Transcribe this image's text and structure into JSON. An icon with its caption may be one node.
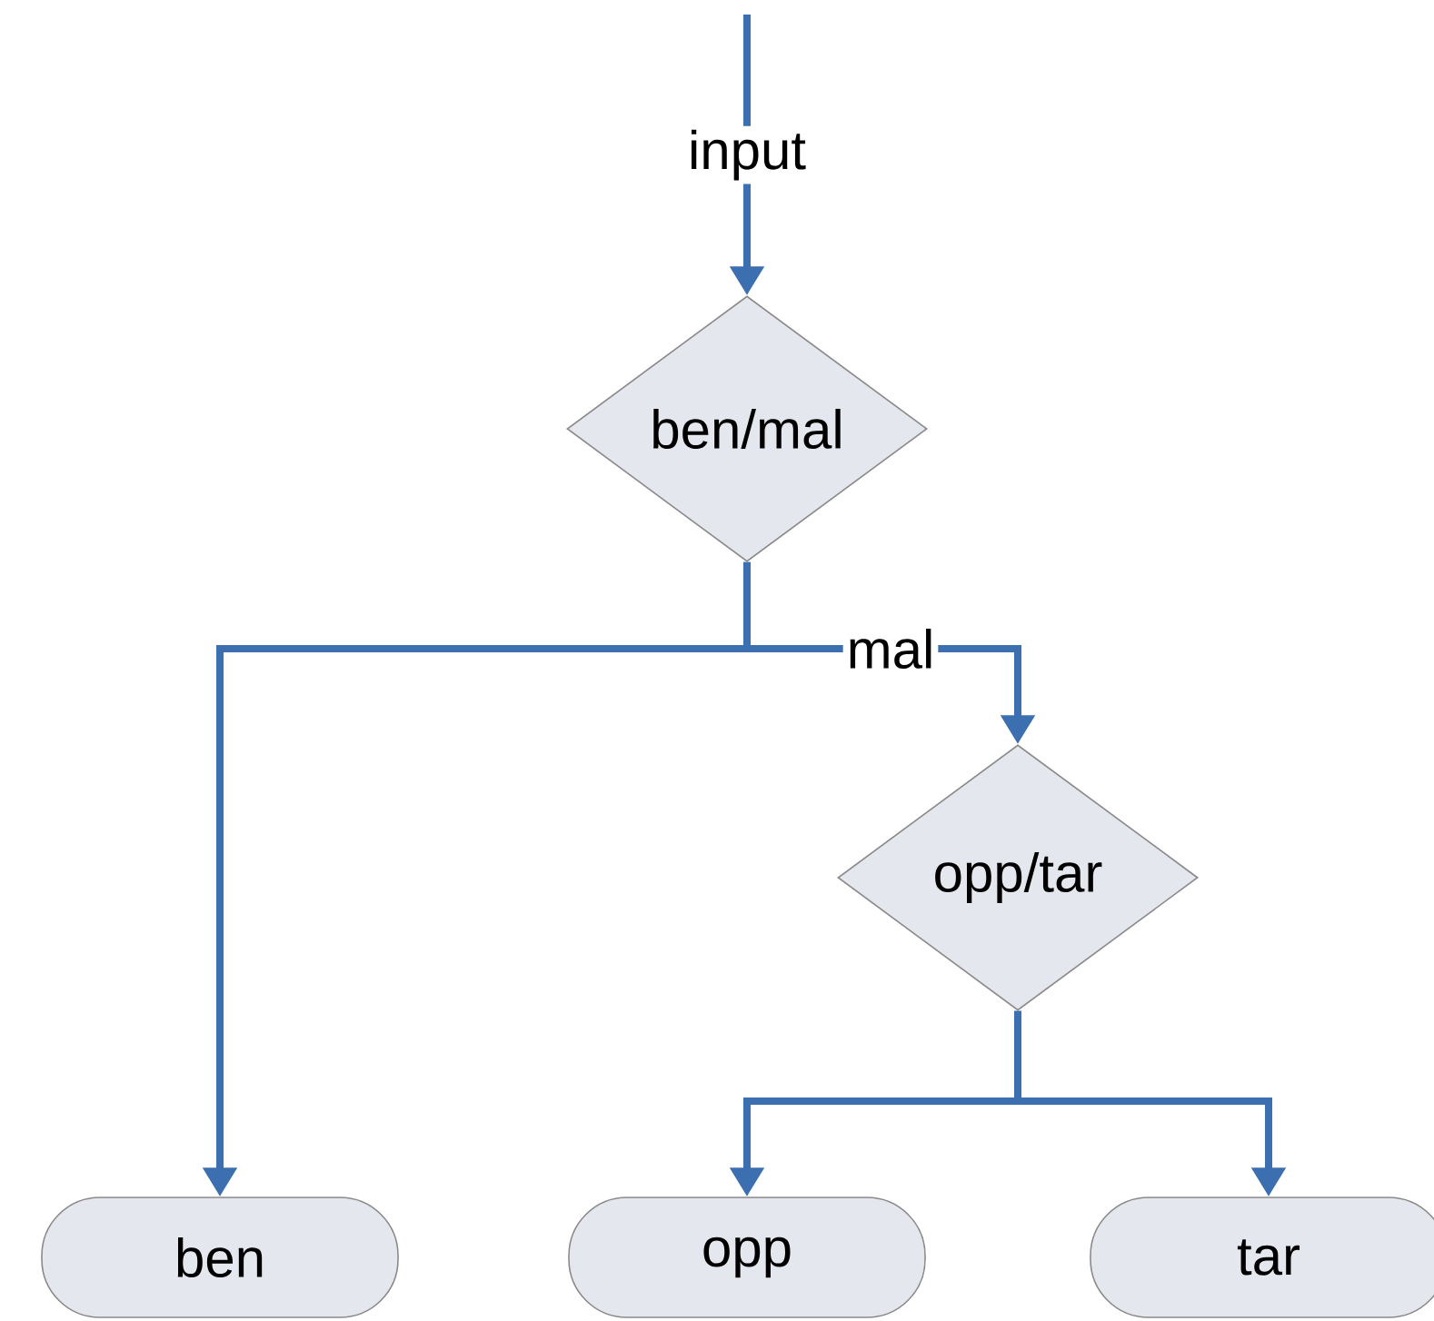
{
  "diagram": {
    "nodes": [
      {
        "text": [
          "ben/mal"
        ]
      },
      {
        "text": [
          "opp/tar"
        ]
      },
      {
        "text": [
          "ben"
        ]
      },
      {
        "text": [
          "opp"
        ]
      },
      {
        "text": [
          "tar"
        ]
      }
    ],
    "edges": [
      {
        "from": null,
        "to": 0,
        "arrow": "to",
        "label": "input"
      },
      {
        "from": 0,
        "to": 2,
        "arrow": "to"
      },
      {
        "from": 0,
        "to": 1,
        "arrow": "to",
        "label": "mal"
      },
      {
        "from": 1,
        "to": 3,
        "arrow": "to"
      },
      {
        "from": 1,
        "to": 4,
        "arrow": "to"
      }
    ]
  }
}
